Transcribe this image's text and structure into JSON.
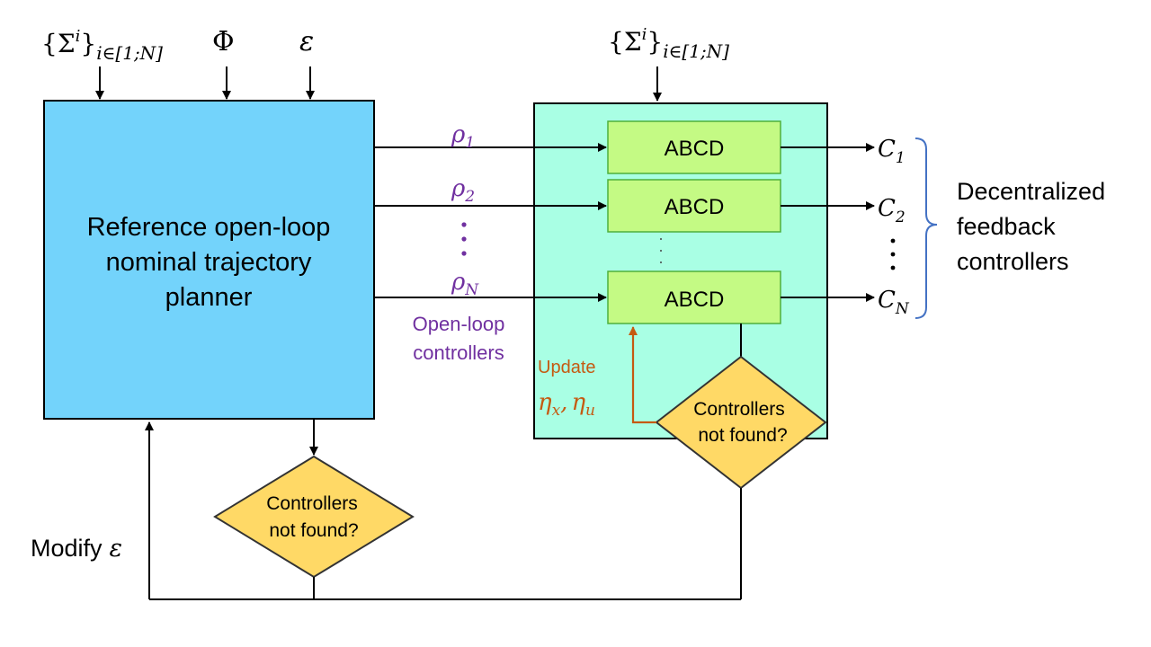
{
  "inputs": {
    "sigma_base": "{Σ",
    "sigma_sup": "i",
    "sigma_close": "}",
    "sigma_sub": "i∈[1;N]",
    "phi": "Φ",
    "epsilon": "ε"
  },
  "planner": {
    "line1": "Reference open-loop",
    "line2": "nominal trajectory",
    "line3": "planner"
  },
  "signals": {
    "rho": "ρ",
    "sub1": "1",
    "sub2": "2",
    "subN": "N",
    "vdots": "⋮",
    "open_loop_line1": "Open-loop",
    "open_loop_line2": "controllers"
  },
  "abcd": {
    "label1": "ABCD",
    "label2": "ABCD",
    "label3": "ABCD"
  },
  "outputs": {
    "c": "C",
    "sub1": "1",
    "sub2": "2",
    "subN": "N",
    "vdots": "⋮",
    "decentral_line1": "Decentralized",
    "decentral_line2": "feedback",
    "decentral_line3": "controllers"
  },
  "update": {
    "label": "Update",
    "eta_x": "η",
    "sub_x": "x",
    "comma": ",",
    "eta_u": "η",
    "sub_u": "u"
  },
  "decision_right": {
    "line1": "Controllers",
    "line2": "not found?"
  },
  "decision_bottom": {
    "line1": "Controllers",
    "line2": "not found?"
  },
  "modify": {
    "label": "Modify",
    "epsilon": "ε"
  },
  "colors": {
    "planner_fill": "#73D3FB",
    "abcd_bg_fill": "#A9FFE4",
    "abcd_fill": "#C4FA84",
    "abcd_stroke": "#4FAF3C",
    "diamond_fill": "#FFD966",
    "diamond_stroke": "#333333",
    "purple": "#7030A0",
    "orange": "#C55A11",
    "brace": "#4472C4"
  }
}
